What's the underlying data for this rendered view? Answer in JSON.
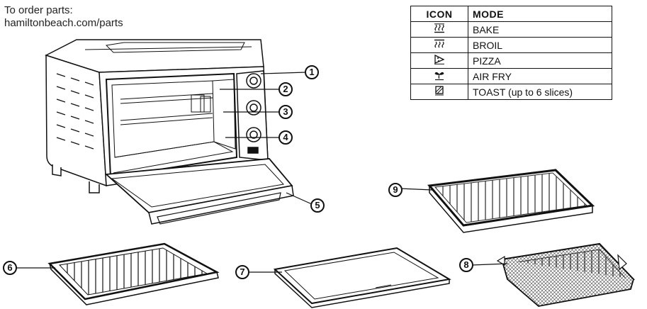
{
  "order_info": {
    "line1": "To order parts:",
    "line2": "hamiltonbeach.com/parts"
  },
  "mode_table": {
    "header_icon": "ICON",
    "header_mode": "MODE",
    "rows": [
      {
        "icon": "bake-icon",
        "mode": "BAKE"
      },
      {
        "icon": "broil-icon",
        "mode": "BROIL"
      },
      {
        "icon": "pizza-icon",
        "mode": "PIZZA"
      },
      {
        "icon": "air-fry-icon",
        "mode": "AIR FRY"
      },
      {
        "icon": "toast-icon",
        "mode": "TOAST (up to 6 slices)"
      }
    ]
  },
  "callouts": [
    "1",
    "2",
    "3",
    "4",
    "5",
    "6",
    "7",
    "8",
    "9"
  ]
}
